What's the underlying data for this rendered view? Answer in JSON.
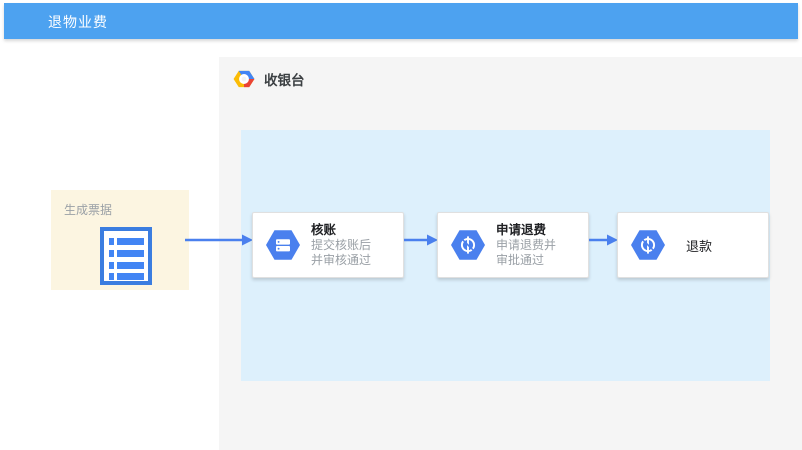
{
  "header": {
    "title": "退物业费"
  },
  "section": {
    "logo_icon": "google-cloud-logo-icon",
    "title": "收银台"
  },
  "source": {
    "label": "生成票据",
    "icon": "invoice-list-icon",
    "background_color": "#fcf5e1"
  },
  "stage": {
    "background_color": "#ddf0fc"
  },
  "colors": {
    "header_blue": "#4da2f0",
    "accent_blue": "#4285f4",
    "node_icon_blue": "#4a80ee",
    "panel_gray": "#f5f5f5",
    "muted_text": "#9aa0a6"
  },
  "flow": {
    "nodes": [
      {
        "icon": "database-hexagon-icon",
        "title": "核账",
        "desc_line1": "提交核账后",
        "desc_line2": "并审核通过"
      },
      {
        "icon": "refund-hexagon-icon",
        "title": "申请退费",
        "desc_line1": "申请退费并",
        "desc_line2": "审批通过"
      },
      {
        "icon": "refund-hexagon-icon",
        "title": "退款",
        "desc_line1": "",
        "desc_line2": ""
      }
    ],
    "arrows": [
      {
        "name": "arrow-source-to-node1"
      },
      {
        "name": "arrow-node1-to-node2"
      },
      {
        "name": "arrow-node2-to-node3"
      }
    ]
  }
}
